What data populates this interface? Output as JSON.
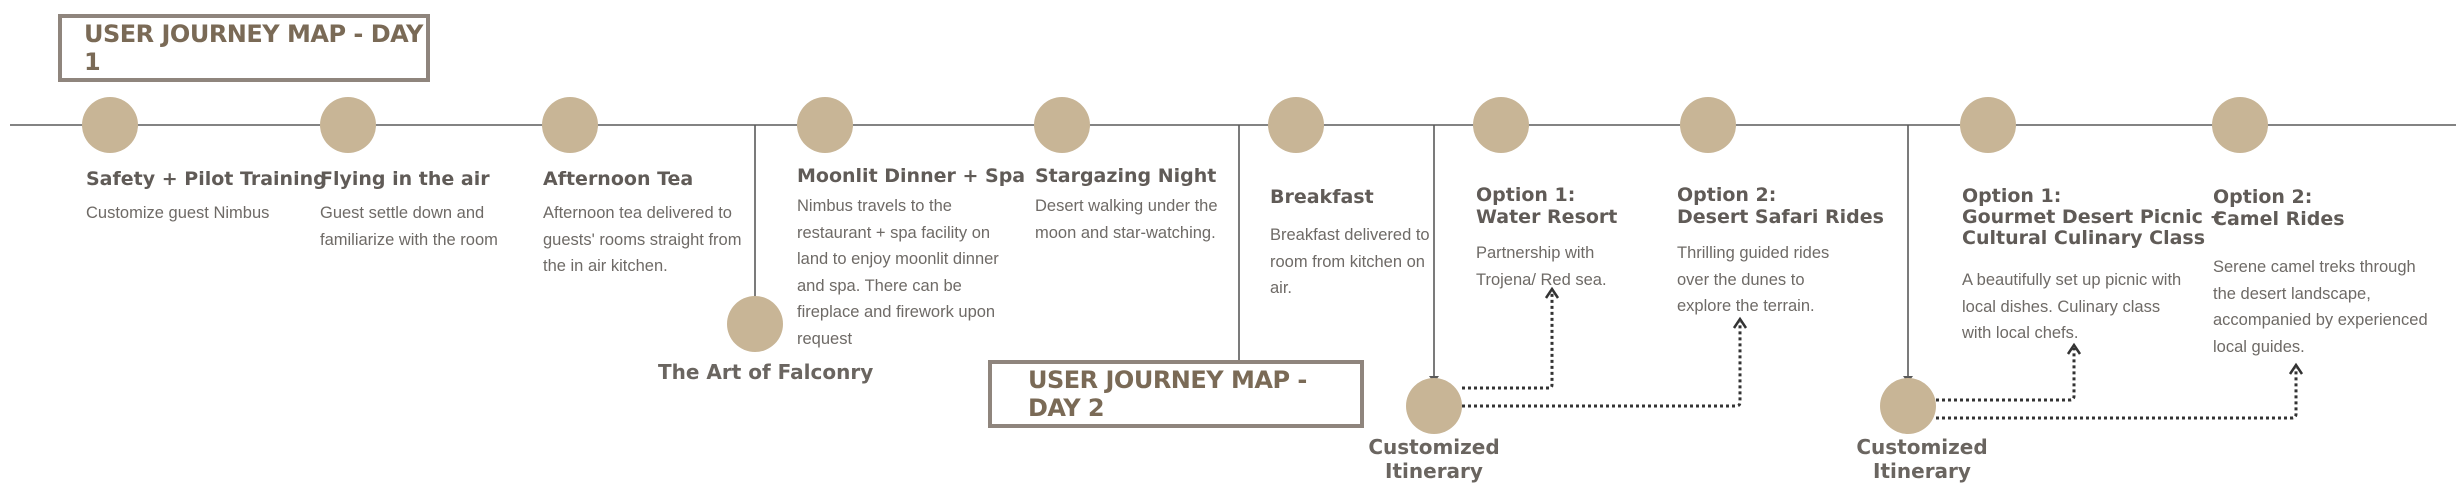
{
  "titles": {
    "day1": "USER JOURNEY MAP - DAY 1",
    "day2": "USER JOURNEY MAP - DAY 2"
  },
  "colors": {
    "line": "#5a5a5a",
    "node": "#c8b596",
    "title_border": "#8f857d",
    "title_text": "#7a6a56"
  },
  "stops": [
    {
      "title": "Safety + Pilot Training",
      "desc": "Customize guest Nimbus"
    },
    {
      "title": "Flying in the air",
      "desc": "Guest settle down and familiarize with the room"
    },
    {
      "title": "Afternoon Tea",
      "desc": "Afternoon tea delivered to guests' rooms straight from the in air kitchen."
    },
    {
      "title": "Moonlit Dinner + Spa",
      "desc": "Nimbus travels to the restaurant + spa facility on land to enjoy moonlit dinner and spa. There can be fireplace and firework upon request"
    },
    {
      "title": "Stargazing Night",
      "desc": "Desert walking under the moon and star-watching."
    },
    {
      "title": "Breakfast",
      "desc": "Breakfast delivered to room from kitchen on air."
    },
    {
      "title": "Option 1:\nWater Resort",
      "desc": "Partnership with Trojena/ Red sea."
    },
    {
      "title": "Option 2:\nDesert Safari Rides",
      "desc": "Thrilling guided rides over the dunes to explore the terrain."
    },
    {
      "title": "Option 1:\nGourmet Desert Picnic +\nCultural Culinary Class",
      "desc": " A beautifully set up picnic with local dishes. Culinary class with local chefs."
    },
    {
      "title": "Option 2:\nCamel Rides",
      "desc": "Serene camel treks through the desert landscape, accompanied by experienced local guides."
    }
  ],
  "branches": {
    "falconry": "The Art of Falconry",
    "itinerary_1": "Customized\nItinerary",
    "itinerary_2": "Customized\nItinerary"
  }
}
